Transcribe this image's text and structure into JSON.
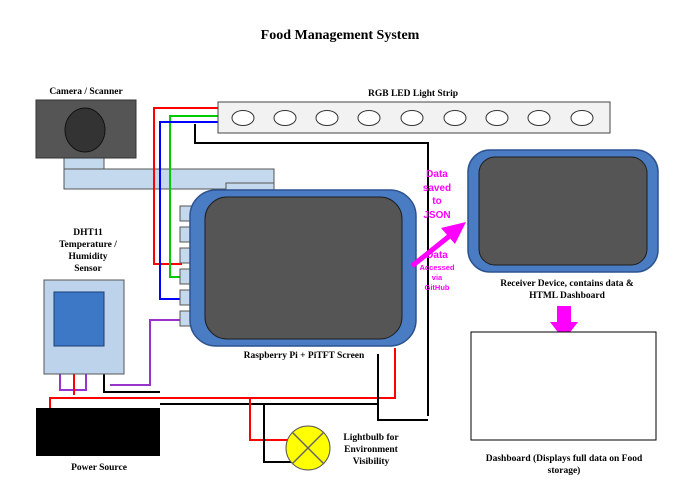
{
  "title": "Food Management System",
  "labels": {
    "camera": "Camera / Scanner",
    "led_strip": "RGB LED Light Strip",
    "dht11": [
      "DHT11",
      "Temperature /",
      "Humidity",
      "Sensor"
    ],
    "pi": "Raspberry Pi + PiTFT Screen",
    "power": "Power Source",
    "lightbulb": [
      "Lightbulb for",
      "Environment",
      "Visibility"
    ],
    "receiver": [
      "Receiver Device, contains data &",
      "HTML Dashboard"
    ],
    "dashboard": [
      "Dashboard (Displays full data on Food",
      "storage)"
    ]
  },
  "annotations": {
    "saved": [
      "Data",
      "saved",
      "to",
      "JSON"
    ],
    "accessed": [
      "Data",
      "Accessed",
      "via",
      "GitHub"
    ]
  },
  "colors": {
    "wire_red": "#ff0000",
    "wire_green": "#00cc00",
    "wire_blue": "#0000ff",
    "wire_purple": "#9933cc",
    "wire_black": "#000000",
    "screen_frame": "#4a7cc4",
    "screen_inner": "#555555",
    "connector": "#c5d9ee",
    "arrow": "#ff00ff",
    "bulb": "#ffff00"
  }
}
